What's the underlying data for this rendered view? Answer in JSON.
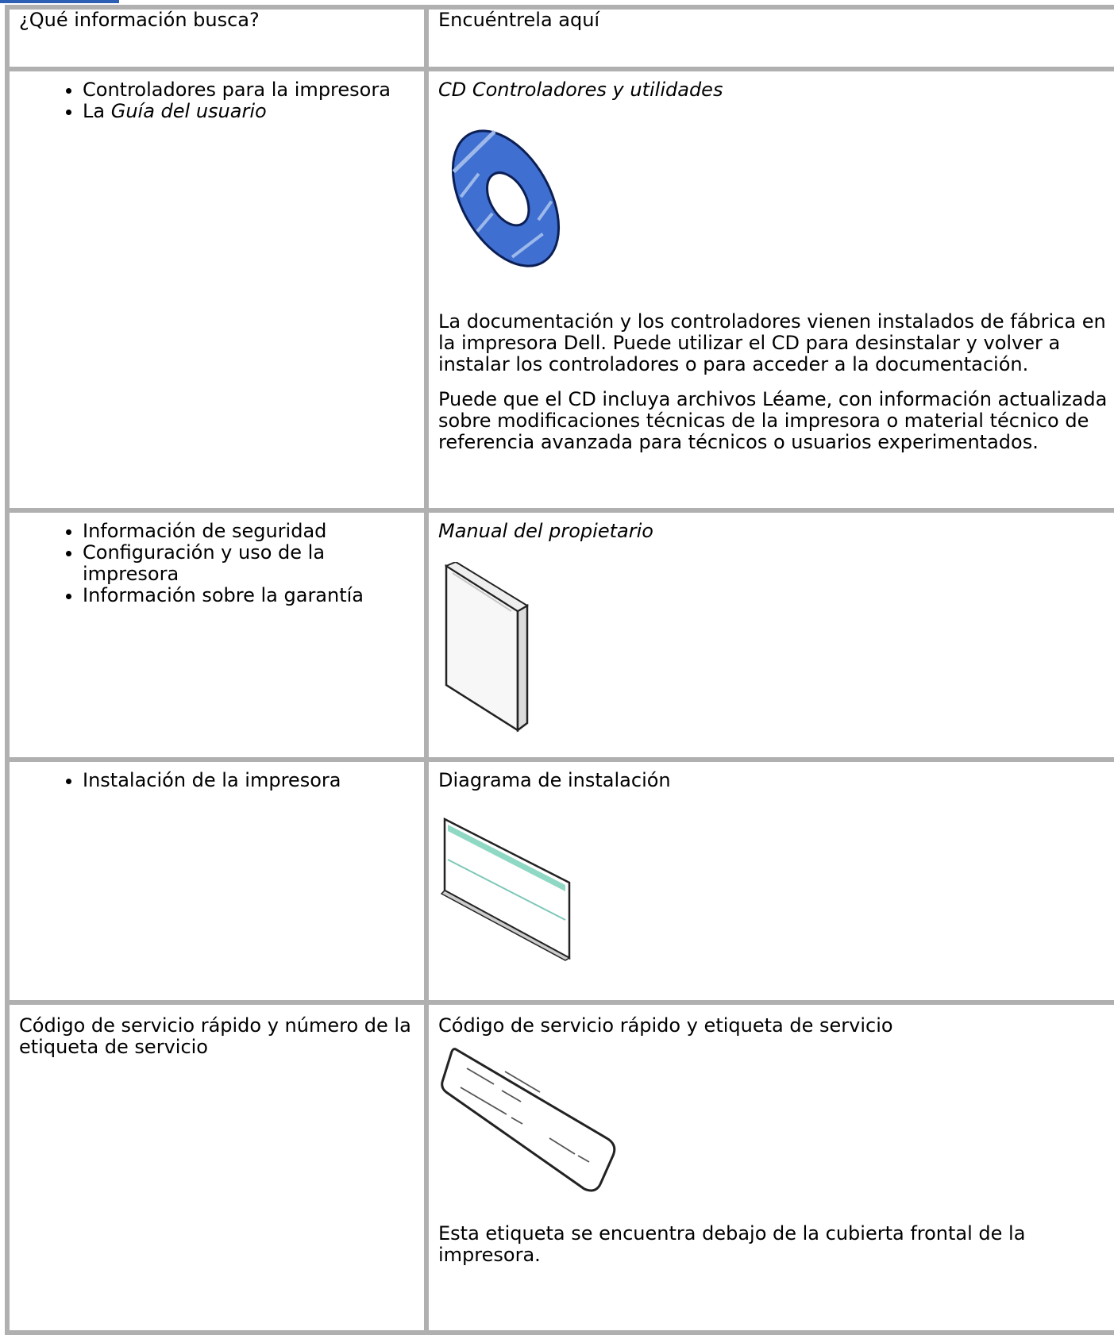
{
  "table": {
    "header": {
      "col1": "¿Qué información busca?",
      "col2": "Encuéntrela aquí"
    },
    "rows": [
      {
        "items": [
          {
            "text": "Controladores para la impresora"
          },
          {
            "prefix": "La ",
            "italic": "Guía del usuario"
          }
        ],
        "title": "CD Controladores y utilidades",
        "image": "cd-icon",
        "paragraphs": [
          "La documentación y los controladores vienen instalados de fábrica en la impresora Dell. Puede utilizar el CD para desinstalar y volver a instalar los controladores o para acceder a la documentación.",
          "Puede que el CD incluya archivos Léame, con información actualizada sobre modificaciones técnicas de la impresora o material técnico de referencia avanzada para técnicos o usuarios experimentados."
        ]
      },
      {
        "items": [
          {
            "text": "Información de seguridad"
          },
          {
            "text": "Configuración y uso de la impresora"
          },
          {
            "text": "Información sobre la garantía"
          }
        ],
        "title": "Manual del propietario",
        "image": "manual-icon"
      },
      {
        "items": [
          {
            "text": "Instalación de la impresora"
          }
        ],
        "title": "Diagrama de instalación",
        "image": "diagram-icon"
      },
      {
        "text": "Código de servicio rápido y número de la etiqueta de servicio",
        "title": "Código de servicio rápido y etiqueta de servicio",
        "image": "service-label-icon",
        "paragraphs": [
          "Esta etiqueta se encuentra debajo de la cubierta frontal de la impresora."
        ]
      }
    ]
  }
}
